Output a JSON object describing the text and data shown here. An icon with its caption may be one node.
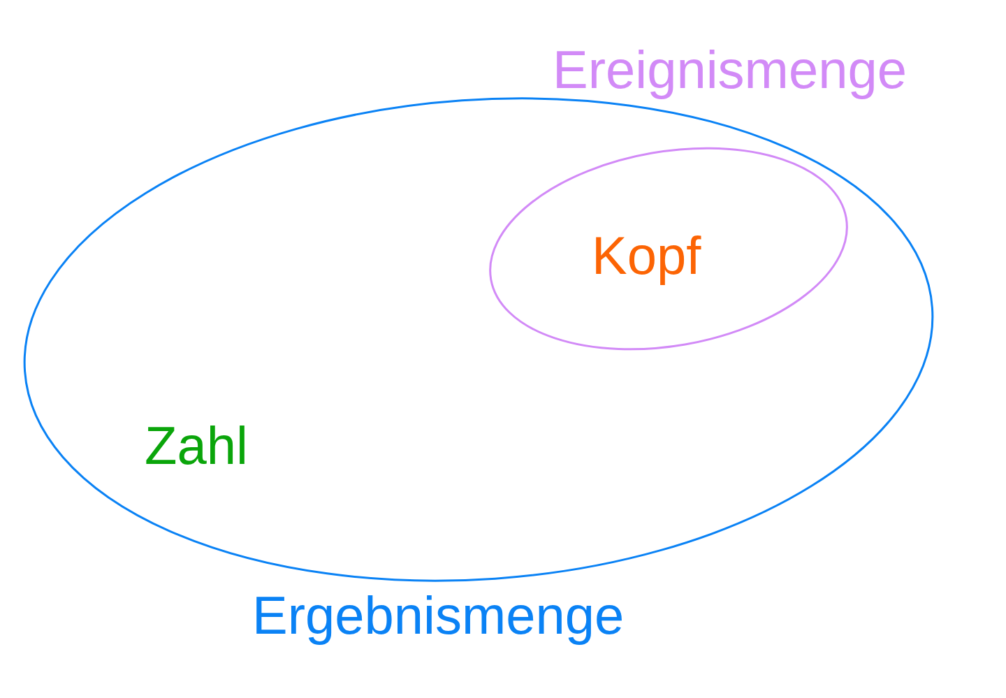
{
  "diagram": {
    "nodes": [
      {
        "text": [
          "Ergebnismenge",
          "Zahl"
        ]
      },
      {
        "text": [
          "Ereignismenge",
          "Kopf"
        ],
        "in": 0
      }
    ]
  }
}
